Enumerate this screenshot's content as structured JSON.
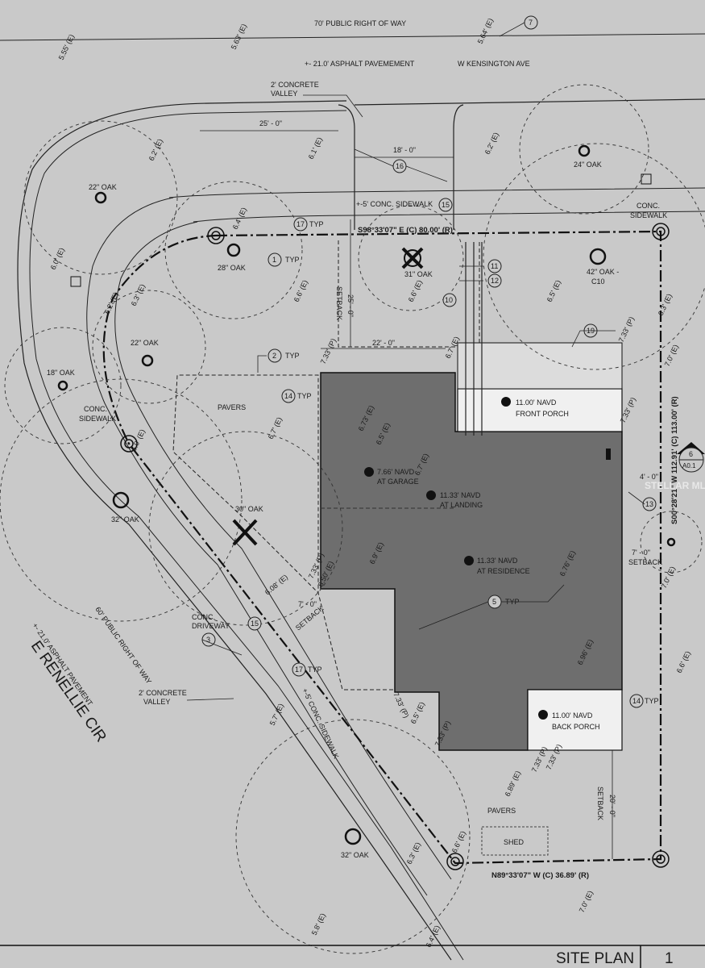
{
  "title_block": {
    "sheet_title": "SITE PLAN",
    "sheet_number": "1"
  },
  "streets": {
    "top_row": "70' PUBLIC RIGHT OF WAY",
    "top_pavement": "+- 21.0' ASPHALT PAVEMEMENT",
    "top_name": "W KENSINGTON AVE",
    "left_row": "60' PUBLIC RIGHT OF WAY",
    "left_pavement": "+- 21.0' ASPHALT PAVEMENT",
    "left_name": "E RENELLIE CIR"
  },
  "labels": {
    "concrete_valley_top": "2' CONCRETE",
    "concrete_valley_top2": "VALLEY",
    "concrete_valley_left": "2' CONCRETE",
    "concrete_valley_left2": "VALLEY",
    "sidewalk_top": "+-5' CONC. SIDEWALK",
    "sidewalk_right1": "CONC.",
    "sidewalk_right2": "SIDEWALK",
    "sidewalk_left1": "CONC.",
    "sidewalk_left2": "SIDEWALK",
    "sidewalk_diag": "+-5' CONC. SIDEWALK",
    "driveway1": "CONC.",
    "driveway2": "DRIVEWAY",
    "pavers_top": "PAVERS",
    "pavers_bottom": "PAVERS",
    "shed": "SHED",
    "typ": "TYP",
    "setback": "SETBACK",
    "watermark": "STELLAR MLS"
  },
  "bearings": {
    "north": "S98°33'07\" E (C) 80.00' (R)",
    "east": "S00°28'21\" W 112.91' (C) 113.00' (R)",
    "south": "N89°33'07\" W (C) 36.89' (R)"
  },
  "dimensions": {
    "d25": "25' - 0\"",
    "d18": "18' - 0\"",
    "d22": "22' - 0\"",
    "d25v": "25' - 0\"",
    "d20v": "20' - 0\"",
    "d7a": "7' - 0\"",
    "d7b": "7' - 0\"",
    "d4": "4' - 0\""
  },
  "elevation_notes": {
    "garage1": "7.66' NAVD",
    "garage2": "AT GARAGE",
    "landing1": "11.33' NAVD",
    "landing2": "AT LANDING",
    "residence1": "11.33' NAVD",
    "residence2": "AT RESIDENCE",
    "front1": "11.00' NAVD",
    "front2": "FRONT PORCH",
    "back1": "11.00' NAVD",
    "back2": "BACK PORCH"
  },
  "trees": {
    "oak22a": "22\" OAK",
    "oak28": "28\" OAK",
    "oak31": "31\" OAK",
    "oak24": "24\" OAK",
    "oak42a": "42\" OAK -",
    "oak42b": "C10",
    "oak22b": "22\" OAK",
    "oak18": "18\" OAK",
    "oak32a": "32\" OAK",
    "oak30": "30\" OAK",
    "oak32b": "32\" OAK"
  },
  "spot_elevations": {
    "s1": "5.55' (E)",
    "s2": "5.63' (E)",
    "s3": "5.64' (E)",
    "s4": "6.2' (E)",
    "s5": "6.1' (E)",
    "s6": "6.2' (E)",
    "s7": "6.0' (E)",
    "s8": "6.4' (E)",
    "s9": "6.6' (E)",
    "s10": "6.6' (E)",
    "s11": "6.5' (E)",
    "s12": "6.3' (E)",
    "s13": "6.2' (E)",
    "s14": "6.3' (E)",
    "s15": "6.73' (E)",
    "s16": "6.5' (E)",
    "s17": "6.7' (E)",
    "s18": "6.0' (E)",
    "s19": "6.9' (E)",
    "s20": "6.76' (E)",
    "s21": "6.08' (E)",
    "s22": "6.96' (E)",
    "s23": "7.0' (E)",
    "s24": "5.7' (E)",
    "s25": "6.5' (E)",
    "s26": "6.89' (E)",
    "s27": "6.3' (E)",
    "s28": "6.6' (E)",
    "s29": "5.8' (E)",
    "s30": "6.4' (E)",
    "s31": "7.0' (E)",
    "s32": "6.6' (E)",
    "s33": "7.0' (E)"
  },
  "proposed": {
    "p1": "7.33' (P)",
    "p2": "7.33' (P)",
    "p3": "7.33' (P)",
    "p4": "6.50' (E)",
    "p5": "7.33' (P)",
    "p6": "7.33' (P)",
    "p7": "7.33' (P)",
    "p8": "6.7' (E)",
    "p9": "7.33' (P)",
    "p10": "7.33' (P)",
    "p11": "6.7' (E)"
  },
  "callouts": {
    "c1": "1",
    "c2": "2",
    "c3": "3",
    "c5": "5",
    "c6": "6",
    "c7": "7",
    "c10": "10",
    "c11": "11",
    "c12": "12",
    "c13": "13",
    "c14a": "14",
    "c14b": "14",
    "c15a": "15",
    "c15b": "15",
    "c16": "16",
    "c17a": "17",
    "c17b": "17",
    "c19": "19",
    "sec_ref": "A0.1"
  }
}
